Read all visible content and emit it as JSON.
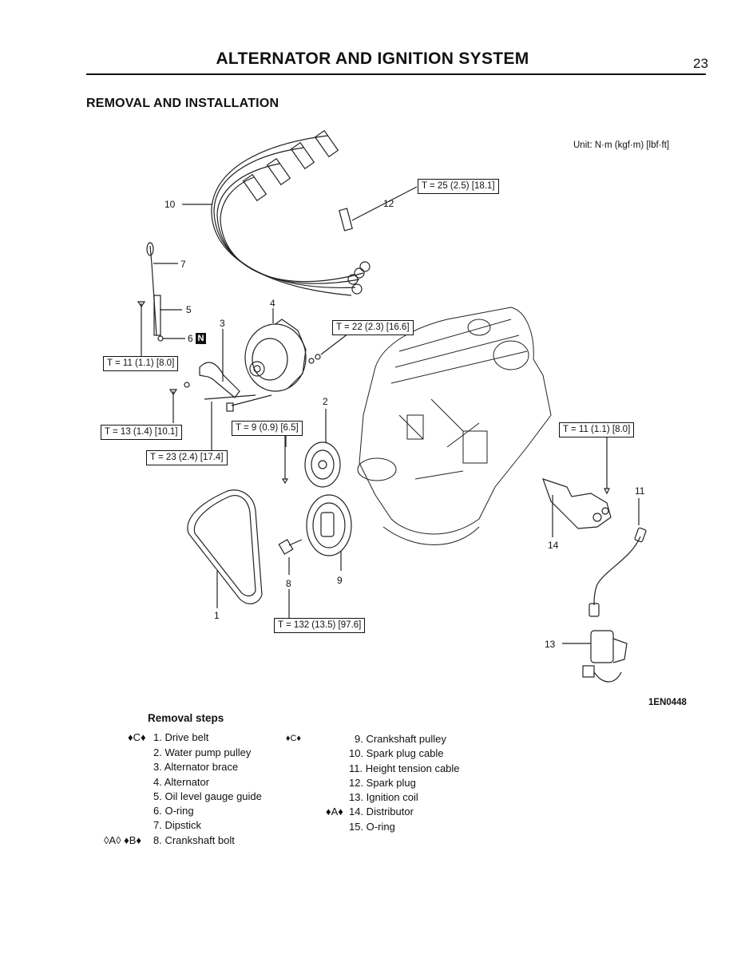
{
  "header": {
    "title": "ALTERNATOR AND IGNITION SYSTEM",
    "page_number": "23"
  },
  "section": {
    "title": "REMOVAL AND INSTALLATION"
  },
  "unit_note": "Unit: N·m (kgf·m) [lbf·ft]",
  "torques": {
    "t12": "T = 25 (2.5) [18.1]",
    "t4": "T = 22 (2.3) [16.6]",
    "t5": "T = 11 (1.1) [8.0]",
    "t3a": "T = 13 (1.4) [10.1]",
    "t3b": "T = 23 (2.4) [17.4]",
    "t2": "T = 9 (0.9) [6.5]",
    "t14": "T = 11 (1.1) [8.0]",
    "t8": "T = 132 (13.5) [97.6]"
  },
  "callouts": {
    "c1": "1",
    "c2": "2",
    "c3": "3",
    "c4": "4",
    "c5": "5",
    "c6": "6",
    "c7": "7",
    "c8": "8",
    "c9": "9",
    "c10": "10",
    "c11": "11",
    "c12": "12",
    "c13": "13",
    "c14": "14",
    "n_badge": "N"
  },
  "figure_code": "1EN0448",
  "removal_steps": {
    "title": "Removal steps",
    "left": [
      {
        "mark": "♦C♦",
        "text": "1. Drive belt"
      },
      {
        "mark": "",
        "text": "2. Water pump pulley"
      },
      {
        "mark": "",
        "text": "3. Alternator brace"
      },
      {
        "mark": "",
        "text": "4. Alternator"
      },
      {
        "mark": "",
        "text": "5. Oil level gauge guide"
      },
      {
        "mark": "",
        "text": "6. O-ring"
      },
      {
        "mark": "",
        "text": "7. Dipstick"
      },
      {
        "mark": "◊A◊ ♦B♦",
        "text": "8. Crankshaft bolt"
      }
    ],
    "right": [
      {
        "mark": "",
        "text": "9. Crankshaft pulley"
      },
      {
        "mark": "",
        "text": "10. Spark plug cable"
      },
      {
        "mark": "",
        "text": "11. Height tension cable"
      },
      {
        "mark": "",
        "text": "12. Spark plug"
      },
      {
        "mark": "",
        "text": "13. Ignition coil"
      },
      {
        "mark": "♦A♦",
        "text": "14. Distributor"
      },
      {
        "mark": "",
        "text": "15. O-ring"
      }
    ]
  }
}
